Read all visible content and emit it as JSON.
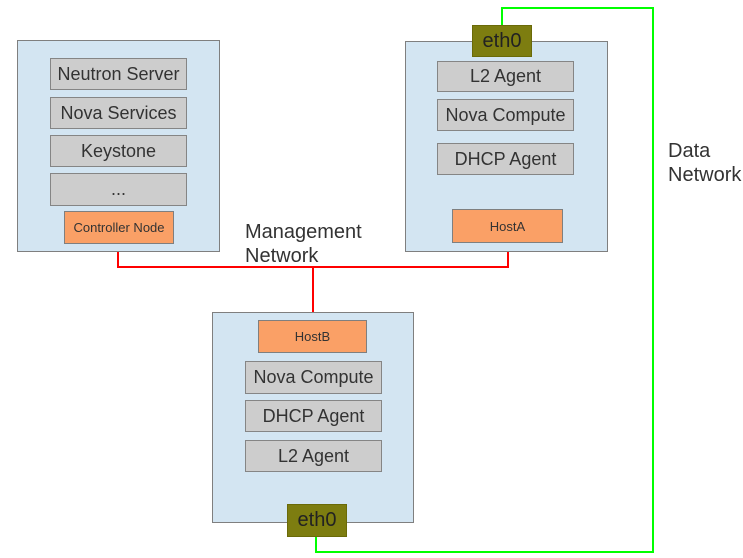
{
  "colors": {
    "host_fill": "#d3e5f2",
    "host_border": "#7f7f7f",
    "service_fill": "#cdcdcd",
    "service_border": "#858585",
    "node_label_fill": "#faa066",
    "eth_fill": "#7d7d10",
    "management_network_line": "#ff0000",
    "data_network_line": "#00ff00",
    "text": "#333333"
  },
  "nodes": {
    "controller": {
      "label": "Controller Node",
      "services": [
        "Neutron Server",
        "Nova Services",
        "Keystone",
        "..."
      ]
    },
    "hostA": {
      "label": "HostA",
      "interface": "eth0",
      "services": [
        "L2 Agent",
        "Nova Compute",
        "DHCP Agent"
      ]
    },
    "hostB": {
      "label": "HostB",
      "interface": "eth0",
      "services": [
        "Nova Compute",
        "DHCP Agent",
        "L2 Agent"
      ]
    }
  },
  "networks": {
    "management": {
      "line1": "Management",
      "line2": "Network"
    },
    "data": {
      "line1": "Data",
      "line2": "Network"
    }
  }
}
